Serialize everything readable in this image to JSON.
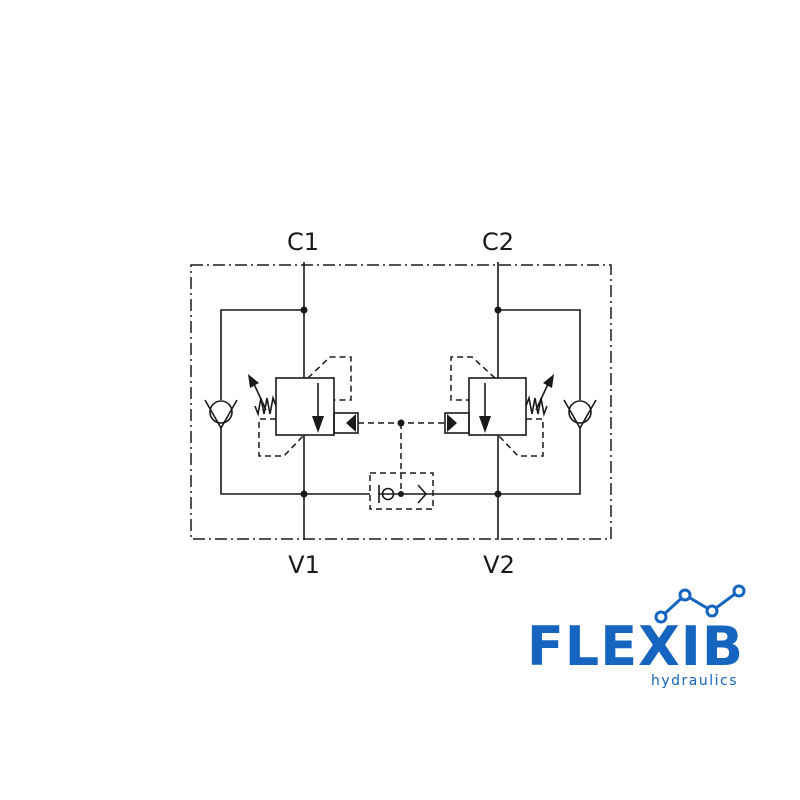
{
  "diagram": {
    "ports": {
      "c1": "C1",
      "c2": "C2",
      "v1": "V1",
      "v2": "V2"
    }
  },
  "logo": {
    "name": "FLEXIB",
    "tagline": "hydraulics",
    "color": "#1565c0",
    "icon": "graph-line-icon"
  },
  "colors": {
    "line": "#1a1a1a",
    "brand": "#1565c0"
  }
}
